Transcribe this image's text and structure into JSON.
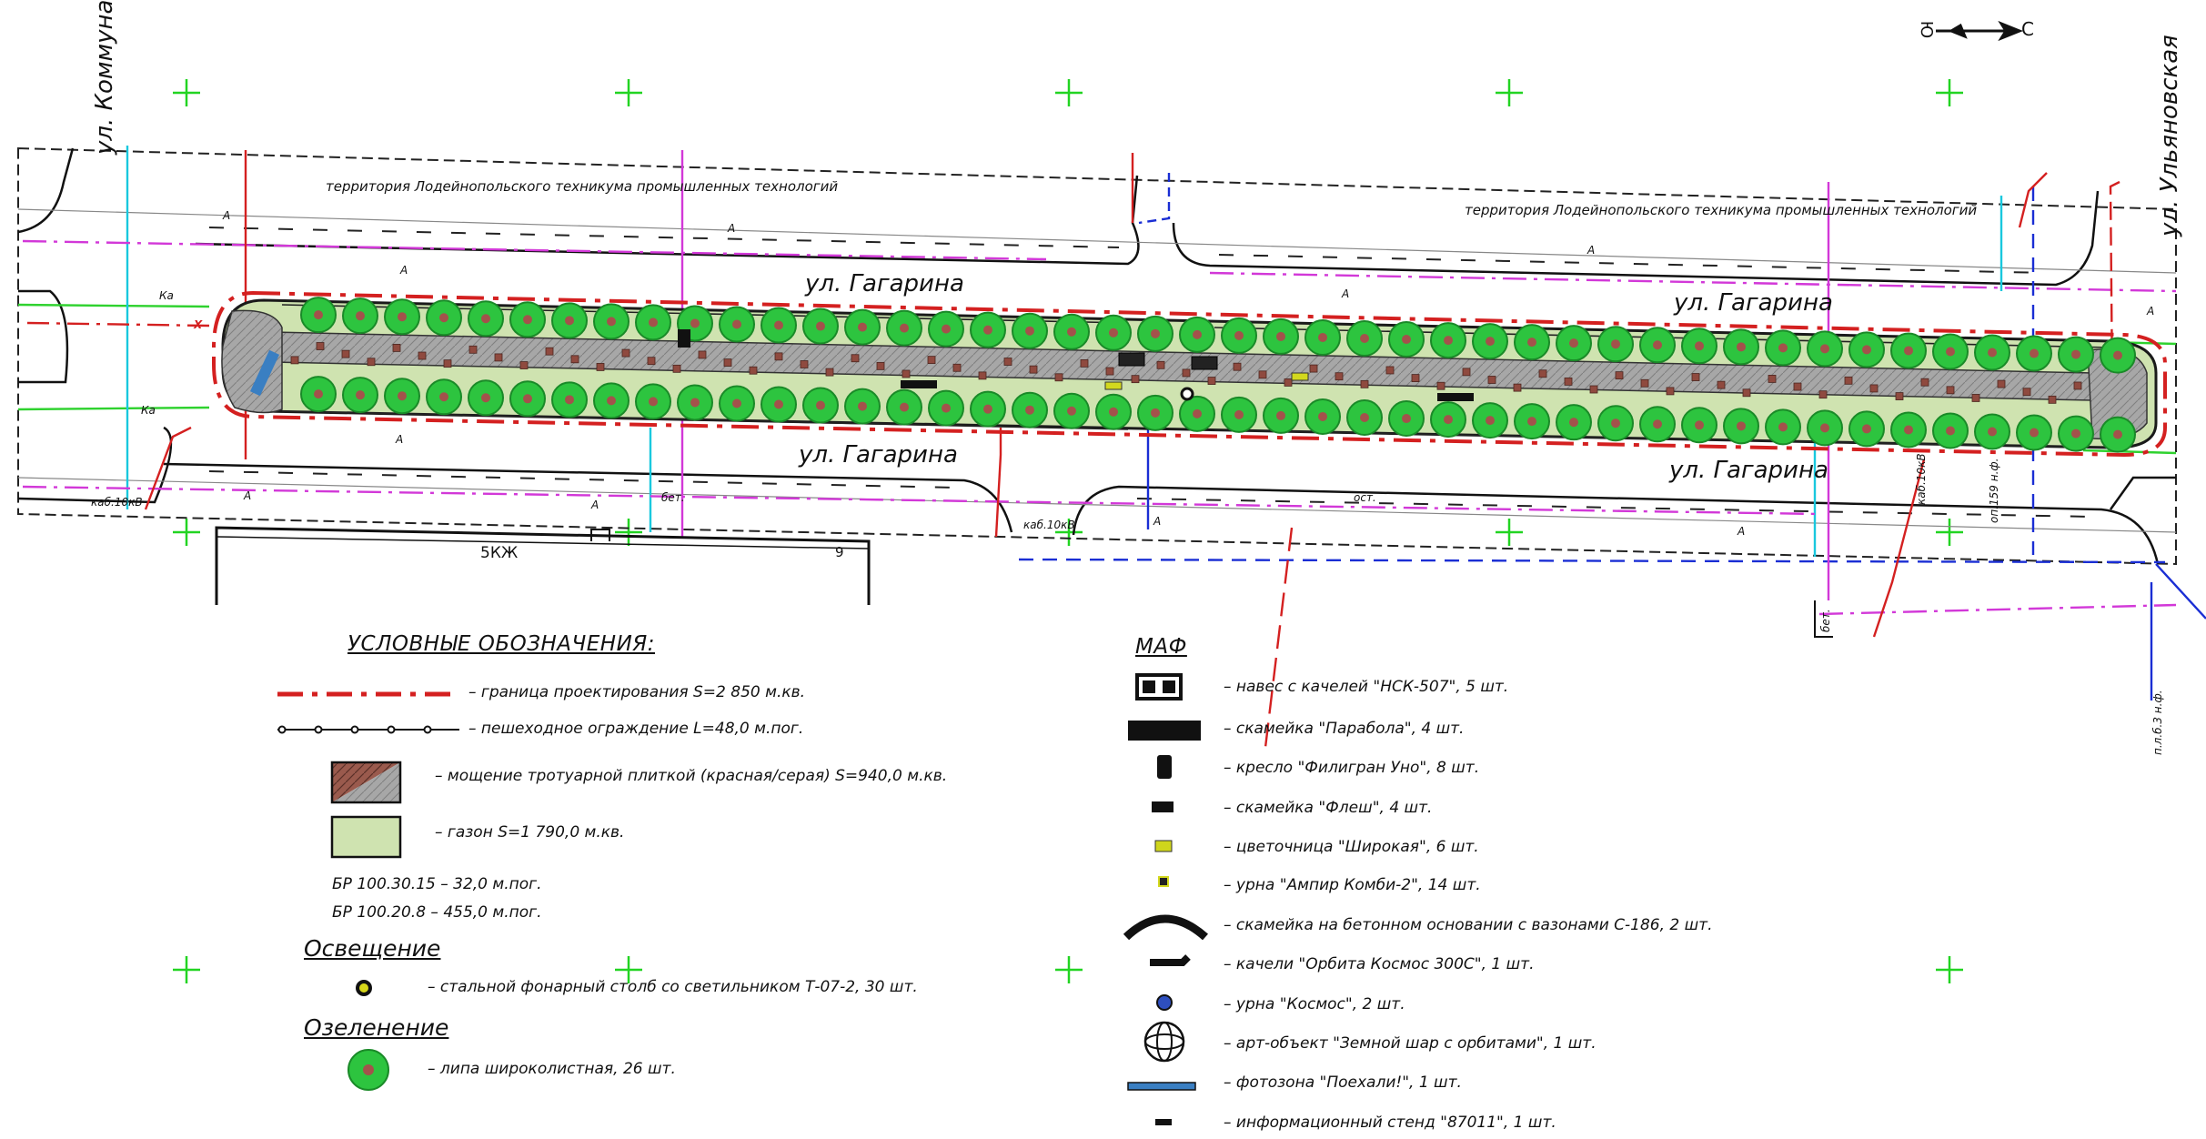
{
  "streets": {
    "kommunarov": "ул. Коммунаров",
    "ulyanovskaya": "ул. Ульяновская",
    "gagarina": "ул. Гагарина"
  },
  "territory_label": "территория Лодейнопольского техникума промышленных технологий",
  "plan_labels": {
    "a": "А",
    "ka": "Ка",
    "cable_10kv": "каб.10кВ",
    "cable_10kv_vertical": "каб.10кВ",
    "building_number": "5КЖ",
    "building_floors": "9",
    "bus_stop": "ост.",
    "concrete_mark": "бет.",
    "concrete_mark_right": "бет.",
    "post_mark": "оп.159 н.ф.",
    "post_mark_2": "п.л.б.3 н.ф.",
    "x_mark": "Х"
  },
  "north_arrow": {
    "south": "Ю",
    "north": "С"
  },
  "legend": {
    "title": "УСЛОВНЫЕ ОБОЗНАЧЕНИЯ:",
    "items": [
      {
        "label": "– граница проектирования S=2 850 м.кв."
      },
      {
        "label": "– пешеходное ограждение L=48,0 м.пог."
      },
      {
        "label": "– мощение тротуарной плиткой (красная/серая) S=940,0 м.кв."
      },
      {
        "label": "– газон S=1 790,0 м.кв."
      }
    ],
    "curb_1": "БР 100.30.15 – 32,0 м.пог.",
    "curb_2": "БР 100.20.8 – 455,0 м.пог.",
    "lighting_title": "Освещение",
    "lighting_item": "– стальной фонарный столб со светильником Т-07-2, 30 шт.",
    "greening_title": "Озеленение",
    "greening_item": "– липа широколистная, 26 шт."
  },
  "maf": {
    "title": "МАФ",
    "items": [
      {
        "icon": "swing-canopy-icon",
        "label": "– навес с качелей \"НСК-507\", 5 шт."
      },
      {
        "icon": "bench-parabola-icon",
        "label": "– скамейка \"Парабола\", 4 шт."
      },
      {
        "icon": "armchair-icon",
        "label": "– кресло \"Филигран Уно\", 8 шт."
      },
      {
        "icon": "bench-flash-icon",
        "label": "– скамейка \"Флеш\", 4 шт."
      },
      {
        "icon": "flowerbed-icon",
        "label": "– цветочница \"Широкая\", 6 шт."
      },
      {
        "icon": "bin-icon",
        "label": "– урна \"Ампир Комби-2\", 14 шт."
      },
      {
        "icon": "concrete-bench-icon",
        "label": "– скамейка на бетонном основании с вазонами С-186, 2 шт."
      },
      {
        "icon": "orbit-swing-icon",
        "label": "– качели \"Орбита Космос 300С\", 1 шт."
      },
      {
        "icon": "cosmos-bin-icon",
        "label": "– урна \"Космос\", 2 шт."
      },
      {
        "icon": "globe-art-icon",
        "label": "– арт-объект \"Земной шар с орбитами\", 1 шт."
      },
      {
        "icon": "photozone-icon",
        "label": "– фотозона \"Поехали!\", 1 шт."
      },
      {
        "icon": "info-stand-icon",
        "label": "– информационный стенд \"87011\", 1 шт."
      }
    ]
  },
  "colors": {
    "boundary": "#d42020",
    "fence": "#111111",
    "paving": "#9e9e9e",
    "paving_red": "#a0564a",
    "lawn": "#cfe3b0",
    "tree": "#2dc43f",
    "grid_cross": "#1fd41f",
    "cable_blue": "#1a2ed4",
    "cable_cyan": "#19c8de",
    "cable_magenta": "#d238d8",
    "green_line": "#2fd22f"
  }
}
